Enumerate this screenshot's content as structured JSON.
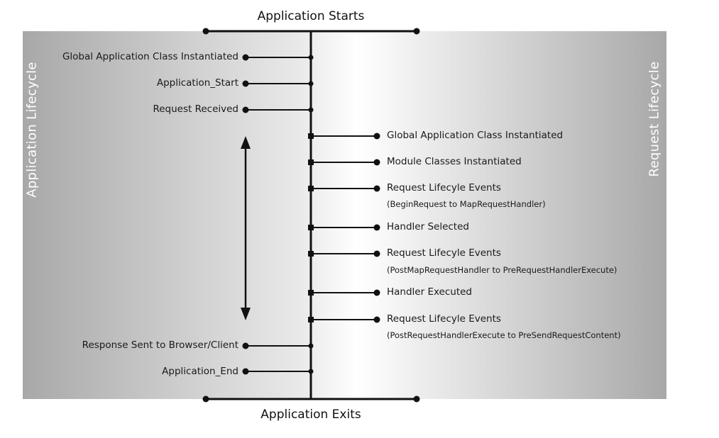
{
  "top_title": "Application Starts",
  "bottom_title": "Application Exits",
  "left_band_label": "Application Lifecycle",
  "right_band_label": "Request Lifecycle",
  "left_events": [
    "Global Application Class Instantiated",
    "Application_Start",
    "Request Received",
    "Response Sent to Browser/Client",
    "Application_End"
  ],
  "right_events": [
    {
      "label": "Global Application Class Instantiated",
      "detail": ""
    },
    {
      "label": "Module Classes Instantiated",
      "detail": ""
    },
    {
      "label": "Request Lifecyle Events",
      "detail": "(BeginRequest to MapRequestHandler)"
    },
    {
      "label": "Handler Selected",
      "detail": ""
    },
    {
      "label": "Request Lifecyle Events",
      "detail": "(PostMapRequestHandler to PreRequestHandlerExecute)"
    },
    {
      "label": "Handler Executed",
      "detail": ""
    },
    {
      "label": "Request Lifecyle Events",
      "detail": "(PostRequestHandlerExecute to PreSendRequestContent)"
    }
  ],
  "colors": {
    "band_left": "#a8a8a8",
    "band_mid": "#ffffff",
    "band_right": "#a8a8a8",
    "line": "#111111"
  }
}
